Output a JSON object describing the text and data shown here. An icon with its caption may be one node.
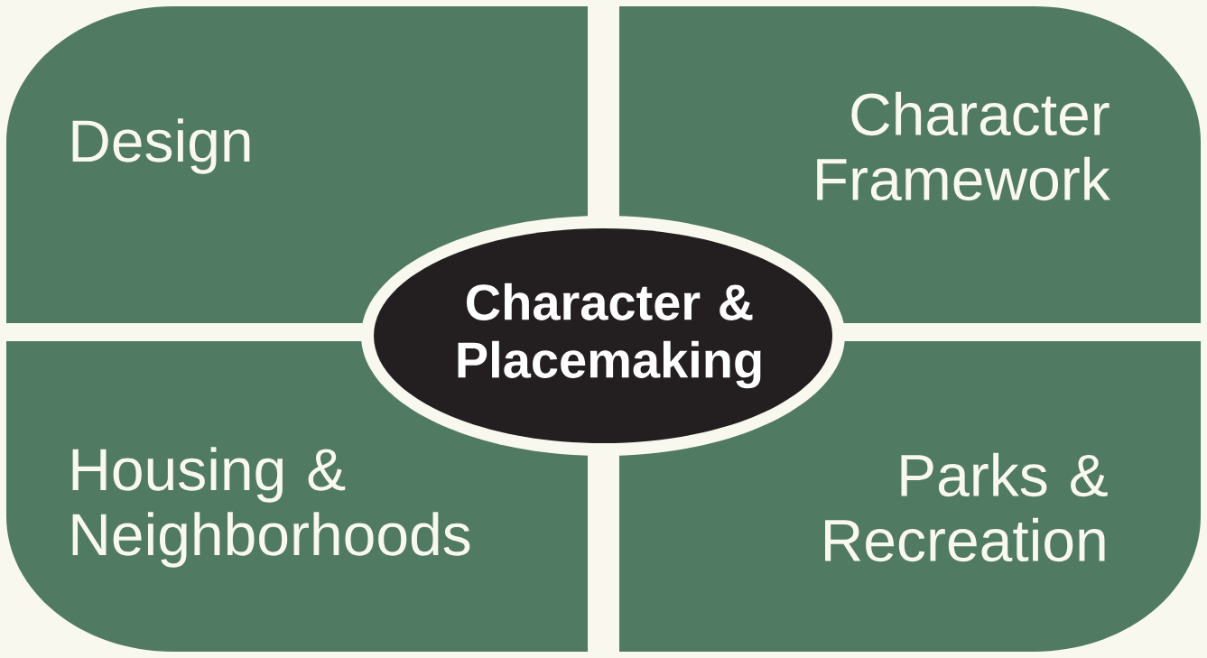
{
  "diagram": {
    "nodes": [
      {
        "text": [
          "Design"
        ]
      },
      {
        "text": [
          "Character Framework"
        ]
      },
      {
        "text": [
          "Character & Placemaking"
        ]
      },
      {
        "text": [
          "Housing & Neighborhoods"
        ]
      },
      {
        "text": [
          "Parks & Recreation"
        ]
      }
    ]
  }
}
